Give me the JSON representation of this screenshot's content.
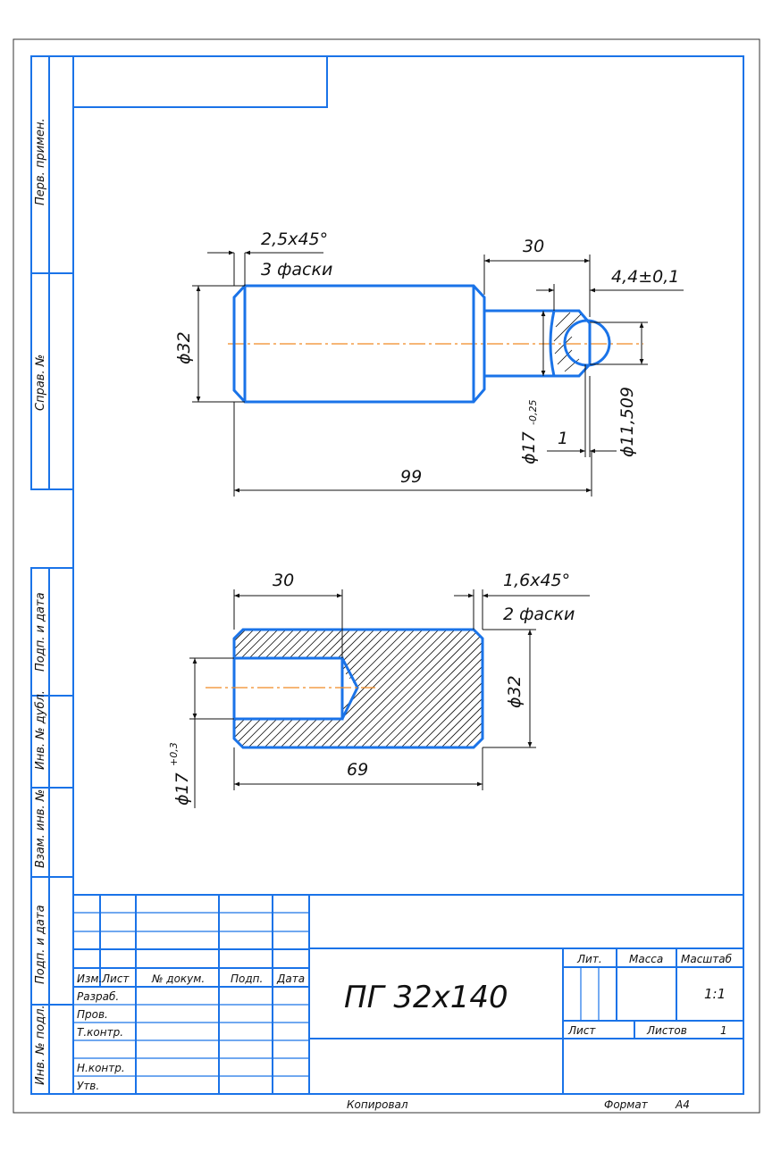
{
  "side_labels": {
    "perv_primen": "Перв. примен.",
    "sprav_no": "Справ. №",
    "podp_data_1": "Подп. и дата",
    "inv_dubl": "Инв. № дубл.",
    "vzam_inv": "Взам. инв. №",
    "podp_data_2": "Подп. и дата",
    "inv_podl": "Инв. № подл."
  },
  "view1": {
    "chamfer": "2,5x45°",
    "chamfer_count": "3 фаски",
    "len_30": "30",
    "groove": "4,4±0,1",
    "dia_32": "ϕ32",
    "dia_17": "ϕ17",
    "dia_17_tol": "-0,25",
    "dim_1": "1",
    "dia_ball": "ϕ11,509",
    "len_99": "99"
  },
  "view2": {
    "len_30": "30",
    "chamfer": "1,6x45°",
    "chamfer_count": "2 фаски",
    "dia_32": "ϕ32",
    "dia_17": "ϕ17",
    "dia_17_tol": "+0,3",
    "len_69": "69"
  },
  "title_block": {
    "col_izm": "Изм.",
    "col_list": "Лист",
    "col_docum": "№ докум.",
    "col_podp": "Подп.",
    "col_data": "Дата",
    "row_razrab": "Разраб.",
    "row_prov": "Пров.",
    "row_tkontr": "Т.контр.",
    "row_nkontr": "Н.контр.",
    "row_utv": "Утв.",
    "designation": "ПГ 32х140",
    "lit": "Лит.",
    "massa": "Масса",
    "masshtab": "Масштаб",
    "scale_value": "1:1",
    "list": "Лист",
    "listov": "Листов",
    "listov_value": "1"
  },
  "footer": {
    "kopiroval": "Копировал",
    "format_label": "Формат",
    "format_value": "А4"
  },
  "colors": {
    "frame": "#1a73e8",
    "axis": "#f08a24",
    "ink": "#111111"
  }
}
